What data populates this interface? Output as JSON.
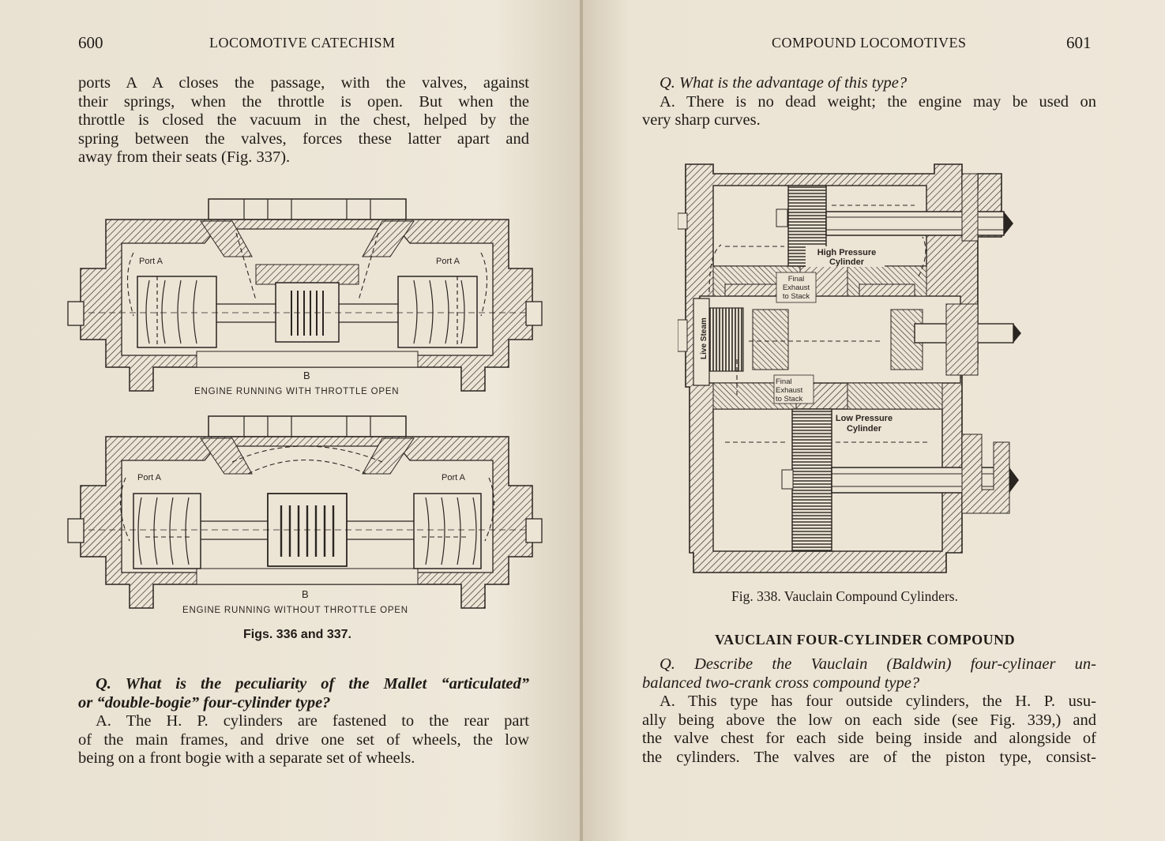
{
  "left_page": {
    "page_number": "600",
    "running_head": "LOCOMOTIVE CATECHISM",
    "para1_lines": [
      "ports A A closes the passage, with the valves, against",
      "their springs, when the throttle is open. But when the",
      "throttle is closed the vacuum in the chest, helped by the",
      "spring between the valves, forces these latter apart and",
      "away from their seats (Fig. 337)."
    ],
    "figure_top": {
      "label_port_left": "Port A",
      "label_port_right": "Port A",
      "label_b": "B",
      "caption": "ENGINE RUNNING WITH THROTTLE OPEN"
    },
    "figure_bottom": {
      "label_port_left": "Port A",
      "label_port_right": "Port A",
      "label_b": "B",
      "caption": "ENGINE RUNNING WITHOUT THROTTLE OPEN"
    },
    "fig_caption": "Figs. 336 and 337.",
    "question_lines": [
      "Q. What is the peculiarity of the Mallet “articulated”",
      "or “double-bogie” four-cylinder type?"
    ],
    "answer_lines": [
      "A. The H. P. cylinders are fastened to the rear part",
      "of the main frames, and drive one set of wheels, the low",
      "being on a front bogie with a separate set of wheels."
    ]
  },
  "right_page": {
    "page_number": "601",
    "running_head": "COMPOUND LOCOMOTIVES",
    "question1": "Q. What is the advantage of this type?",
    "answer1_lines": [
      "A. There is no dead weight; the engine may be used on",
      "very sharp curves."
    ],
    "figure": {
      "label_hp": [
        "High Pressure",
        "Cylinder"
      ],
      "label_final1": [
        "Final",
        "Exhaust",
        "to Stack"
      ],
      "label_final2": [
        "Final",
        "Exhaust",
        "to Stack"
      ],
      "label_live": "Live Steam",
      "label_lp": [
        "Low Pressure",
        "Cylinder"
      ]
    },
    "fig_caption": "Fig. 338.  Vauclain Compound Cylinders.",
    "heading": "VAUCLAIN FOUR-CYLINDER COMPOUND",
    "question2_lines": [
      "Q. Describe the Vauclain (Baldwin) four-cylinaer un-",
      "balanced two-crank cross compound type?"
    ],
    "answer2_lines": [
      "A. This type has four outside cylinders, the H. P. usu-",
      "ally being above the low on each side (see Fig. 339,) and",
      "the valve chest for each side being inside and alongside of",
      "the cylinders. The valves are of the piston type, consist-"
    ]
  },
  "colors": {
    "paper": "#ece5d6",
    "ink": "#1f1b16"
  }
}
